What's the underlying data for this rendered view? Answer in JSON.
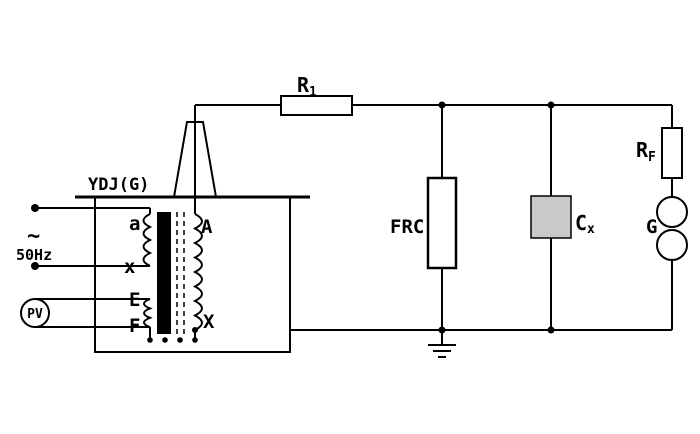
{
  "labels": {
    "transformer_model": "YDJ(G)",
    "r1_main": "R",
    "r1_sub": "1",
    "rf_main": "R",
    "rf_sub": "F",
    "cx_main": "C",
    "cx_sub": "x",
    "frc": "FRC",
    "gap": "G",
    "source_symbol": "~",
    "source_freq": "50Hz",
    "voltmeter": "PV",
    "terminal_a": "a",
    "terminal_x": "x",
    "terminal_E": "E",
    "terminal_F": "F",
    "terminal_A": "A",
    "terminal_X": "X"
  },
  "colors": {
    "line": "#000000",
    "background": "#ffffff",
    "cx_fill": "#c9c9c9"
  }
}
